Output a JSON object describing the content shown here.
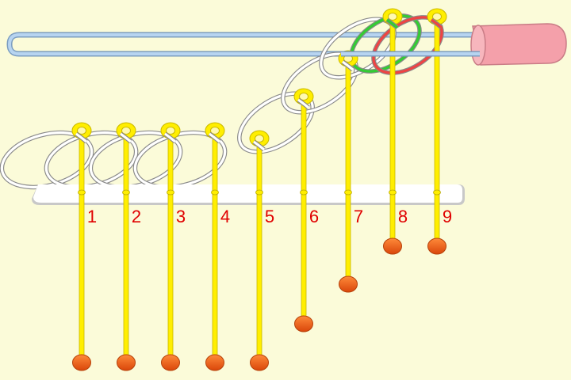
{
  "puzzle": {
    "rod_labels": [
      "1",
      "2",
      "3",
      "4",
      "5",
      "6",
      "7",
      "8",
      "9"
    ],
    "rod_states": [
      "down",
      "down",
      "down",
      "down",
      "down",
      "down",
      "up",
      "up",
      "up"
    ],
    "ring_colors": [
      "white",
      "white",
      "white",
      "white",
      "white",
      "white",
      "white",
      "green",
      "red"
    ],
    "loop_on_rings": [
      false,
      false,
      false,
      false,
      false,
      false,
      false,
      true,
      true
    ]
  },
  "colors": {
    "background": "#fbfbd9",
    "label": "#e00000",
    "rod": "#ffee00",
    "rod_outline": "#c9b800",
    "knob": "#e4560a",
    "base": "#ffffff",
    "loop_outer": "#7a9cc0",
    "loop_inner": "#b7d4f0",
    "handle": "#f4a0aa",
    "ring_white": "#ffffff",
    "ring_green": "#33cc33",
    "ring_red": "#ee4444"
  },
  "icons": {
    "rod": "rod-icon",
    "ring": "ring-icon",
    "loop": "wire-loop-icon",
    "handle": "handle-icon"
  }
}
